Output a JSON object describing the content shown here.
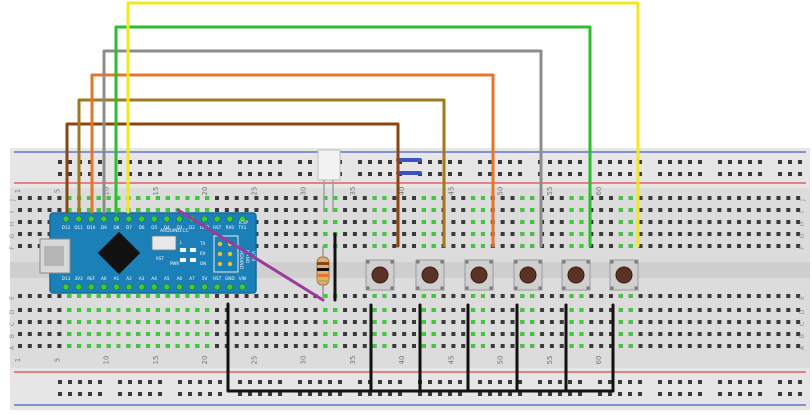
{
  "breadboard": {
    "column_numbers": [
      "1",
      "5",
      "10",
      "15",
      "20",
      "25",
      "30",
      "35",
      "40",
      "45",
      "50",
      "55",
      "60"
    ],
    "row_letters_top": [
      "J",
      "I",
      "H",
      "G",
      "F"
    ],
    "row_letters_bottom": [
      "E",
      "D",
      "C",
      "B",
      "A"
    ]
  },
  "arduino": {
    "brand": "ARDUINO.CC",
    "model_lines": [
      "ARDUINO",
      "NANO",
      "V3.0"
    ],
    "top_pins": [
      "D12",
      "D11",
      "D10",
      "D9",
      "D8",
      "D7",
      "D6",
      "D5",
      "D4",
      "D3",
      "D2",
      "GND",
      "RST",
      "RX0",
      "TX1"
    ],
    "bottom_pins": [
      "D13",
      "3V3",
      "REF",
      "A0",
      "A1",
      "A2",
      "A3",
      "A4",
      "A5",
      "A6",
      "A7",
      "5V",
      "RST",
      "GND",
      "VIN"
    ],
    "board_labels": [
      "ICSP",
      "TX",
      "RX",
      "ON",
      "PWR",
      "L",
      "RST"
    ],
    "board_color": "#1b7fb8"
  },
  "components": {
    "buttons": [
      {
        "name": "button-1"
      },
      {
        "name": "button-2"
      },
      {
        "name": "button-3"
      },
      {
        "name": "button-4"
      },
      {
        "name": "button-5"
      },
      {
        "name": "button-6"
      }
    ],
    "resistor": {
      "name": "resistor"
    },
    "led": {
      "name": "led"
    }
  },
  "wires": [
    {
      "name": "wire-brown",
      "color": "#8b4513"
    },
    {
      "name": "wire-dark-orange",
      "color": "#d2691e"
    },
    {
      "name": "wire-olive",
      "color": "#a0781e"
    },
    {
      "name": "wire-orange",
      "color": "#e8742a"
    },
    {
      "name": "wire-gray",
      "color": "#8c8c8c"
    },
    {
      "name": "wire-green",
      "color": "#2ebd2e"
    },
    {
      "name": "wire-yellow",
      "color": "#f2e81c"
    },
    {
      "name": "wire-purple",
      "color": "#9b3b9b"
    },
    {
      "name": "wire-black",
      "color": "#111111"
    },
    {
      "name": "wire-blue",
      "color": "#3a52c4"
    }
  ]
}
